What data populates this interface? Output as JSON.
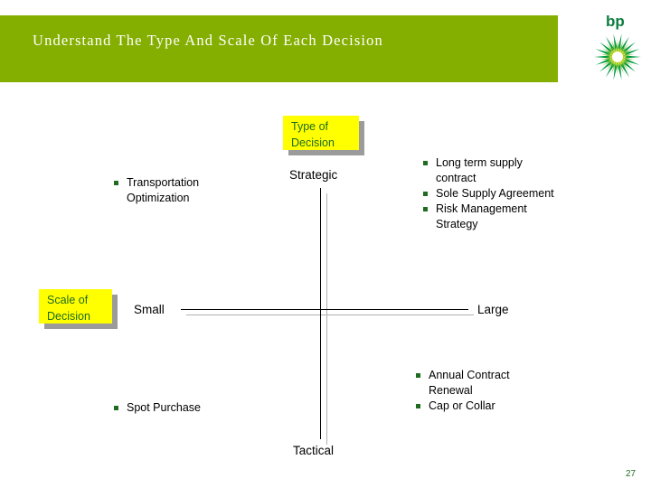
{
  "header": {
    "title": "Understand The Type And Scale Of Each Decision",
    "bar_color": "#84af00",
    "title_color": "#ffffff"
  },
  "logo": {
    "wordmark": "bp",
    "icon_name": "bp-helios-icon",
    "green": "#009a44",
    "yellow": "#ffe900",
    "wordmark_color": "#0b7d3e"
  },
  "matrix": {
    "y_axis": {
      "caption": "Type of\nDecision",
      "caption_line1": "Type of",
      "caption_line2": "Decision",
      "top_label": "Strategic",
      "bottom_label": "Tactical"
    },
    "x_axis": {
      "caption_line1": "Scale of",
      "caption_line2": "Decision",
      "left_label": "Small",
      "right_label": "Large"
    },
    "caption_box_fill": "#ffff00",
    "caption_box_text_color": "#1f6b1f",
    "caption_box_shadow": "#9b9b9b",
    "bullet_marker_color": "#1f6b1f",
    "quadrants": {
      "upper_left": {
        "name": "strategic-small",
        "items": [
          "Transportation Optimization"
        ]
      },
      "upper_right": {
        "name": "strategic-large",
        "items": [
          "Long term supply contract",
          "Sole Supply Agreement",
          "Risk Management Strategy"
        ]
      },
      "lower_left": {
        "name": "tactical-small",
        "items": [
          "Spot Purchase"
        ]
      },
      "lower_right": {
        "name": "tactical-large",
        "items": [
          "Annual Contract Renewal",
          "Cap or Collar"
        ]
      }
    }
  },
  "footer": {
    "page_number": "27"
  }
}
